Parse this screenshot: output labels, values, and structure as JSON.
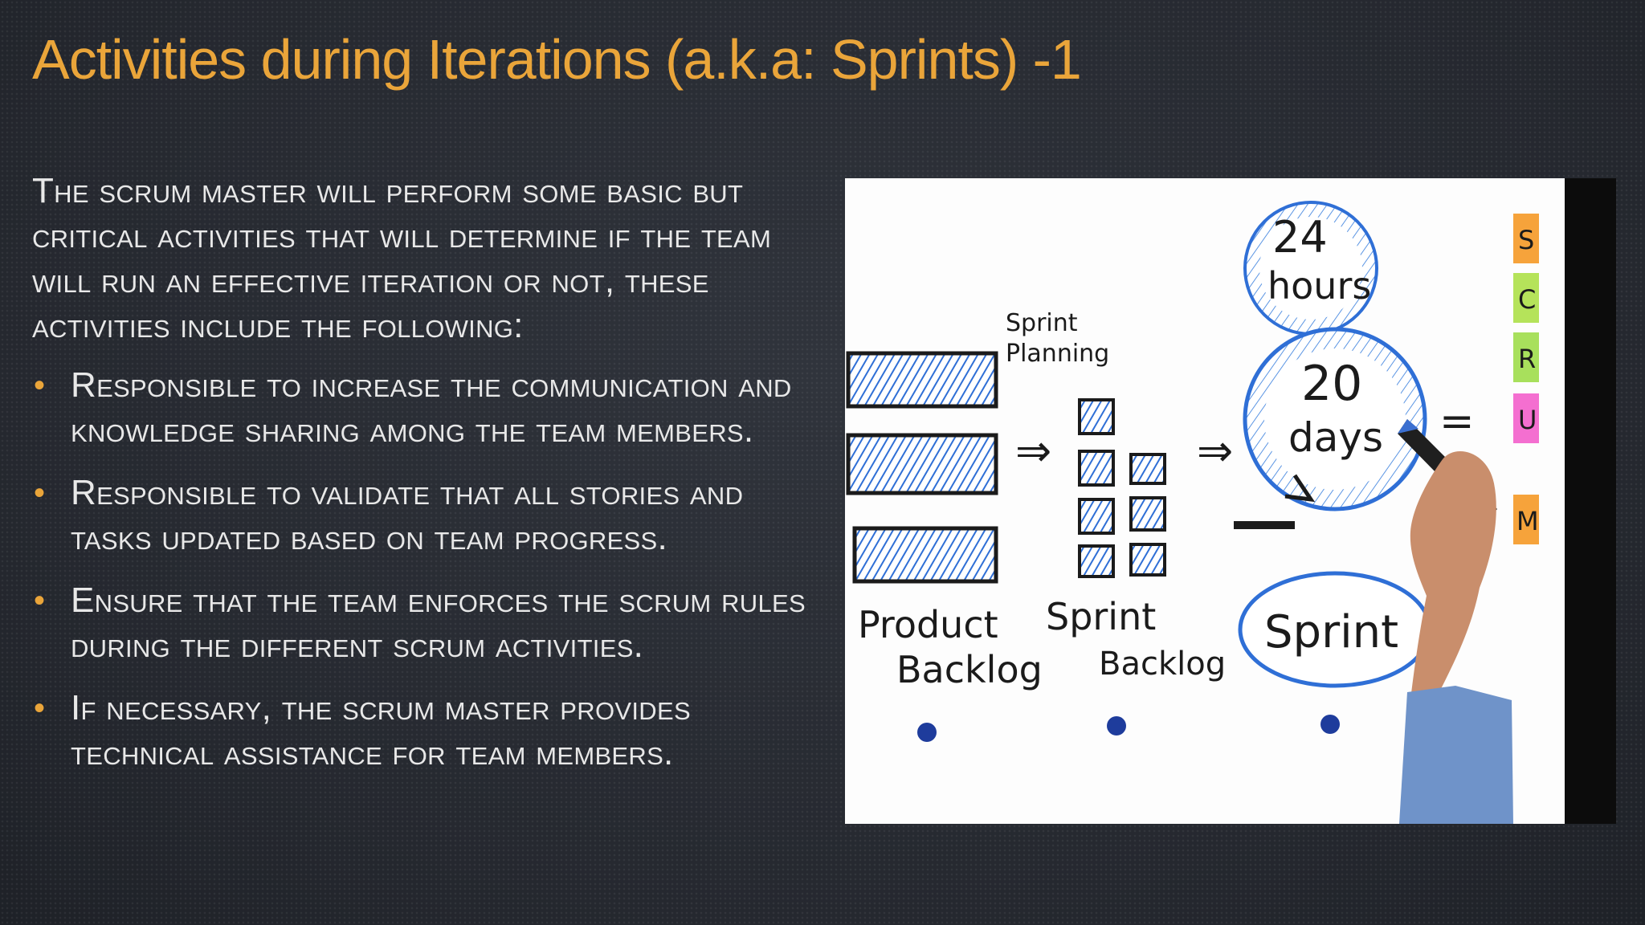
{
  "slide": {
    "title": "Activities during Iterations (a.k.a: Sprints) -1",
    "intro": "The scrum master will perform some basic but critical activities that will determine if the team will run an effective iteration or not, these activities include the following:",
    "bullets": [
      "Responsible to increase the communication and knowledge sharing among the team members.",
      "Responsible to validate that all stories and tasks updated based on team progress.",
      "Ensure that the team enforces the scrum rules during the different scrum activities.",
      "If necessary, the scrum master provides technical assistance for team members."
    ],
    "bullet_glyph": "•"
  },
  "figure": {
    "labels": {
      "sprint_planning_1": "Sprint",
      "sprint_planning_2": "Planning",
      "hours_num": "24",
      "hours_word": "hours",
      "days_num": "20",
      "days_word": "days",
      "product_1": "Product",
      "product_2": "Backlog",
      "sprint_backlog_1": "Sprint",
      "sprint_backlog_2": "Backlog",
      "sprint": "Sprint",
      "arrow_1": "⇒",
      "arrow_2": "⇒",
      "equals": "=",
      "notes": [
        "S",
        "C",
        "R",
        "U",
        "M"
      ]
    },
    "colors": {
      "ink": "#1b1b1b",
      "blue": "#2f6fd6",
      "notes": [
        "#f6a33b",
        "#b5e35a",
        "#a8e05c",
        "#f46fd0",
        "#f6a33b"
      ]
    }
  }
}
